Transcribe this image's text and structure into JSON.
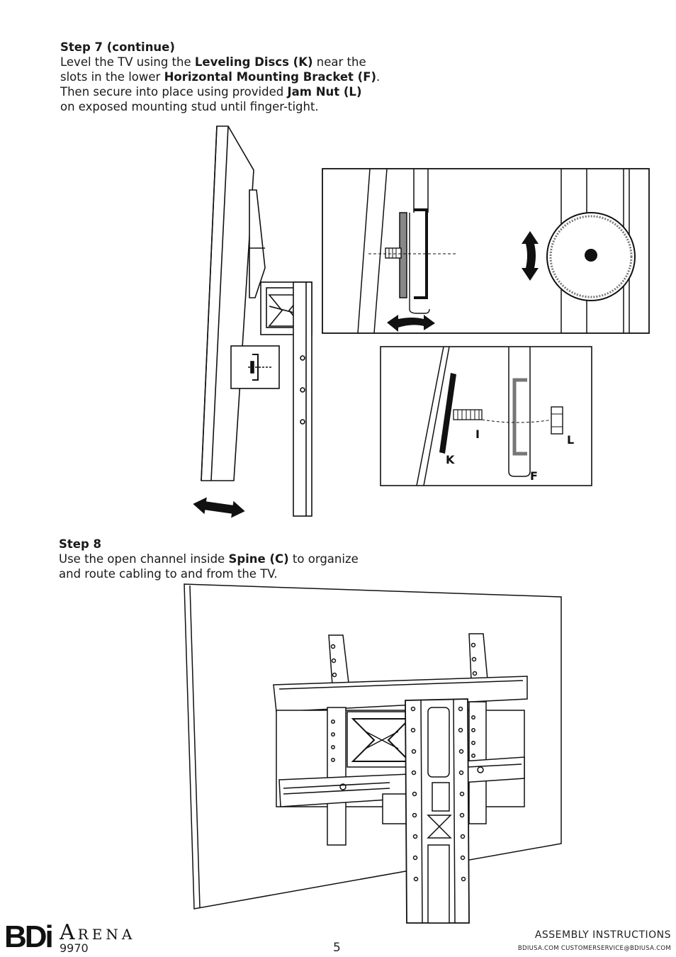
{
  "step7": {
    "title": "Step 7 (continue)",
    "line1_a": "Level the TV using the ",
    "line1_b": "Leveling Discs (K)",
    "line1_c": " near the",
    "line2_a": "slots in the lower ",
    "line2_b": "Horizontal Mounting Bracket (F)",
    "line2_c": ".",
    "line3_a": "Then secure into place using provided ",
    "line3_b": "Jam Nut (L)",
    "line4": "on exposed mounting stud until finger-tight."
  },
  "step8": {
    "title": "Step 8",
    "line1_a": "Use the open channel inside ",
    "line1_b": "Spine (C)",
    "line1_c": " to organize",
    "line2": "and route cabling to and from the TV."
  },
  "figure_labels": {
    "i": "I",
    "l": "L",
    "k": "K",
    "f": "F"
  },
  "footer": {
    "logo": "BDi",
    "brand_initial": "A",
    "brand_rest": "RENA",
    "model": "9970",
    "page_number": "5",
    "doc_type": "ASSEMBLY INSTRUCTIONS",
    "site": "BDIUSA.COM  CUSTOMERSERVICE@BDIUSA.COM"
  }
}
